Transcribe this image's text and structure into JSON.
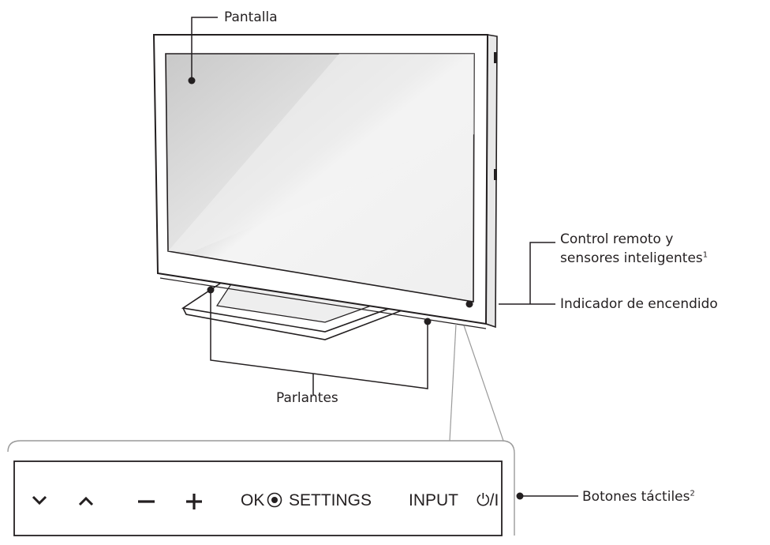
{
  "labels": {
    "screen": "Pantalla",
    "remote_sensor_line1": "Control remoto y",
    "remote_sensor_line2": "sensores inteligentes",
    "remote_sensor_note": "1",
    "power_indicator": "Indicador de encendido",
    "speakers": "Parlantes",
    "touch_buttons": "Botones táctiles",
    "touch_buttons_note": "2"
  },
  "touch_panel": {
    "buttons": [
      {
        "name": "down",
        "icon": "chevron-down-icon"
      },
      {
        "name": "up",
        "icon": "chevron-up-icon"
      },
      {
        "name": "volume-down",
        "icon": "minus-icon"
      },
      {
        "name": "volume-up",
        "icon": "plus-icon"
      },
      {
        "name": "ok",
        "label": "OK",
        "icon": "radio-dot-icon"
      },
      {
        "name": "settings",
        "label": "SETTINGS"
      },
      {
        "name": "input",
        "label": "INPUT"
      },
      {
        "name": "power",
        "label": "⏻/I",
        "icon": "power-icon"
      }
    ]
  },
  "colors": {
    "line": "#231f20",
    "callout_gray": "#9a9a9a",
    "frame": "#3a3a3a"
  }
}
